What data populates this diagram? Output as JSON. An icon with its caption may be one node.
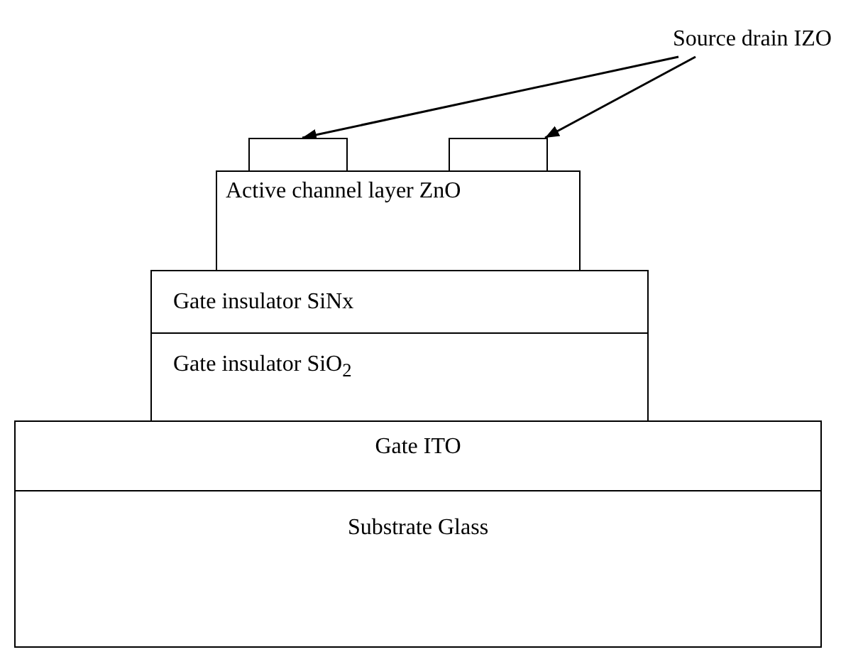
{
  "diagram": {
    "nodes": [
      {
        "text": [
          "Source drain IZO"
        ]
      },
      {
        "text": [],
        "shape": "box"
      },
      {
        "text": [],
        "shape": "box"
      },
      {
        "text": [
          "Active channel layer ZnO"
        ]
      },
      {
        "text": [
          "Gate insulator SiNx"
        ]
      },
      {
        "text": [
          "Gate insulator SiO$_{2}$"
        ]
      },
      {
        "text": [
          "Gate ITO"
        ]
      },
      {
        "text": [
          "Substrate Glass"
        ]
      }
    ],
    "edges": [
      {
        "from": 0,
        "to": 1,
        "arrow": "to"
      },
      {
        "from": 0,
        "to": 2,
        "arrow": "to"
      }
    ]
  }
}
